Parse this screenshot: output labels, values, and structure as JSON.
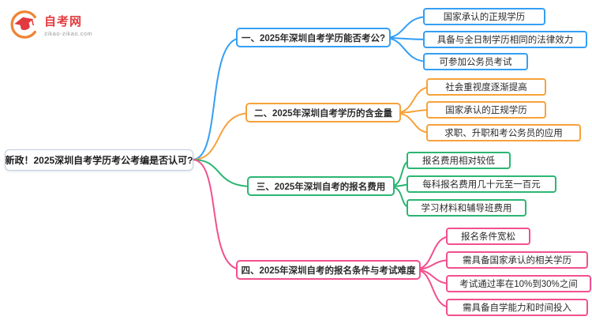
{
  "logo": {
    "name": "自考网",
    "domain": "zikao-zikao.com"
  },
  "colors": {
    "branch_1_blue": "#359ff4",
    "branch_2_orange": "#f7a23a",
    "branch_3_green": "#2bb673",
    "branch_4_pink": "#f2508e",
    "root_border": "#c3cfdd",
    "logo_red": "#e23b3f",
    "logo_orange": "#f08232"
  },
  "mindmap": {
    "root": "新政！2025深圳自考学历考公考编是否认可?",
    "branches": [
      {
        "label": "一、2025年深圳自考学历能否考公?",
        "children": [
          "国家承认的正规学历",
          "具备与全日制学历相同的法律效力",
          "可参加公务员考试"
        ]
      },
      {
        "label": "二、2025年深圳自考学历的含金量",
        "children": [
          "社会重视度逐渐提高",
          "国家承认的正规学历",
          "求职、升职和考公务员的应用"
        ]
      },
      {
        "label": "三、2025年深圳自考的报名费用",
        "children": [
          "报名费用相对较低",
          "每科报名费用几十元至一百元",
          "学习材料和辅导班费用"
        ]
      },
      {
        "label": "四、2025年深圳自考的报名条件与考试难度",
        "children": [
          "报名条件宽松",
          "需具备国家承认的相关学历",
          "考试通过率在10%到30%之间",
          "需具备自学能力和时间投入"
        ]
      }
    ]
  }
}
